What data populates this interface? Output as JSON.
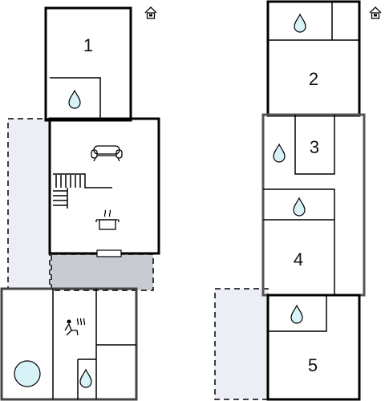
{
  "plan": {
    "rooms": [
      {
        "id": "room-1",
        "label": "1"
      },
      {
        "id": "room-2",
        "label": "2"
      },
      {
        "id": "room-3",
        "label": "3"
      },
      {
        "id": "room-4",
        "label": "4"
      },
      {
        "id": "room-5",
        "label": "5"
      }
    ],
    "icons": [
      "house-icon",
      "water-drop-icon",
      "sofa-icon",
      "staircase-icon",
      "cooking-pot-icon",
      "sauna-icon",
      "hot-tub-icon"
    ],
    "colors": {
      "wall": "#000000",
      "outdoor_area": "#eceef6",
      "terrace": "#c8ccd2",
      "water": "#d8f3f8"
    }
  }
}
